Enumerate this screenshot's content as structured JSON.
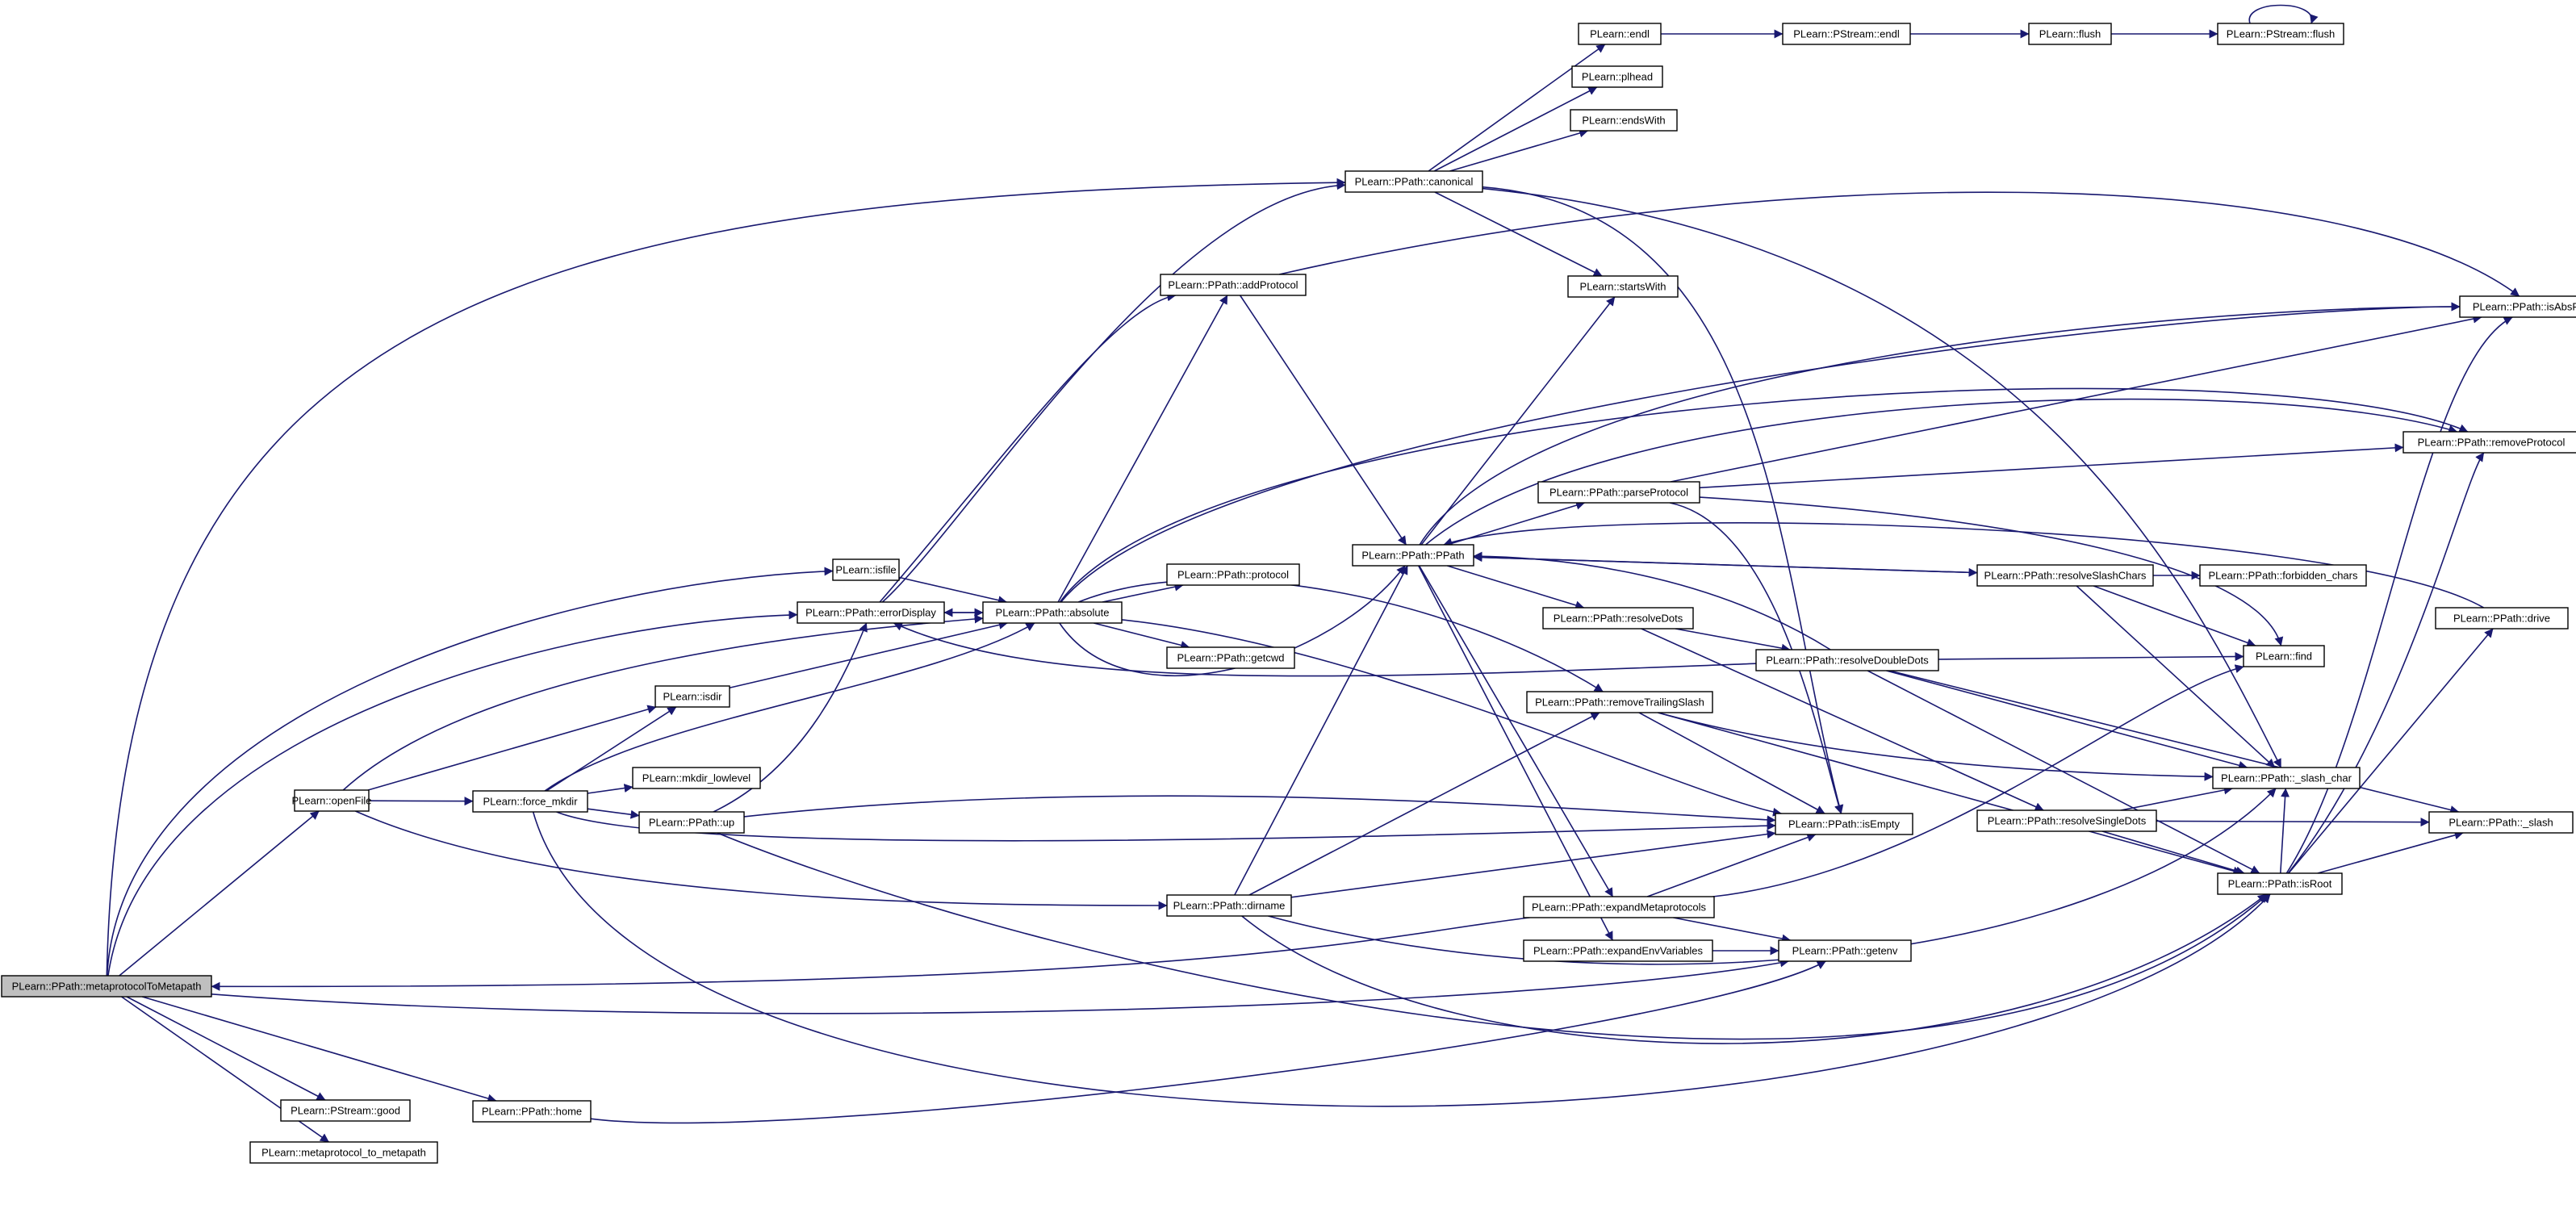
{
  "colors": {
    "edge": "#191970",
    "node_border": "#000000",
    "node_fill": "#ffffff",
    "root_fill": "#bfbfbf"
  },
  "nodes": {
    "metaprotocolToMetapath": "PLearn::PPath::metaprotocolToMetapath",
    "openFile": "PLearn::openFile",
    "isfile": "PLearn::isfile",
    "errorDisplay": "PLearn::PPath::errorDisplay",
    "absolute": "PLearn::PPath::absolute",
    "isdir": "PLearn::isdir",
    "force_mkdir": "PLearn::force_mkdir",
    "mkdir_lowlevel": "PLearn::mkdir_lowlevel",
    "up": "PLearn::PPath::up",
    "good": "PLearn::PStream::good",
    "home": "PLearn::PPath::home",
    "metaprotocol_to_metapath": "PLearn::metaprotocol_to_metapath",
    "addProtocol": "PLearn::PPath::addProtocol",
    "protocol": "PLearn::PPath::protocol",
    "getcwd": "PLearn::PPath::getcwd",
    "dirname": "PLearn::PPath::dirname",
    "canonical": "PLearn::PPath::canonical",
    "PPath": "PLearn::PPath::PPath",
    "endl": "PLearn::endl",
    "plhead": "PLearn::plhead",
    "endsWith": "PLearn::endsWith",
    "startsWith": "PLearn::startsWith",
    "parseProtocol": "PLearn::PPath::parseProtocol",
    "resolveDots": "PLearn::PPath::resolveDots",
    "removeTrailingSlash": "PLearn::PPath::removeTrailingSlash",
    "expandMetaprotocols": "PLearn::PPath::expandMetaprotocols",
    "expandEnvVariables": "PLearn::PPath::expandEnvVariables",
    "isEmpty": "PLearn::PPath::isEmpty",
    "getenv": "PLearn::PPath::getenv",
    "PStream_endl": "PLearn::PStream::endl",
    "resolveSlashChars": "PLearn::PPath::resolveSlashChars",
    "resolveDoubleDots": "PLearn::PPath::resolveDoubleDots",
    "resolveSingleDots": "PLearn::PPath::resolveSingleDots",
    "isRoot": "PLearn::PPath::isRoot",
    "flush": "PLearn::flush",
    "forbidden_chars": "PLearn::PPath::forbidden_chars",
    "find": "PLearn::find",
    "slash_char": "PLearn::PPath::_slash_char",
    "PStream_flush": "PLearn::PStream::flush",
    "isAbsPath": "PLearn::PPath::isAbsPath",
    "removeProtocol": "PLearn::PPath::removeProtocol",
    "drive": "PLearn::PPath::drive",
    "slash": "PLearn::PPath::_slash"
  }
}
